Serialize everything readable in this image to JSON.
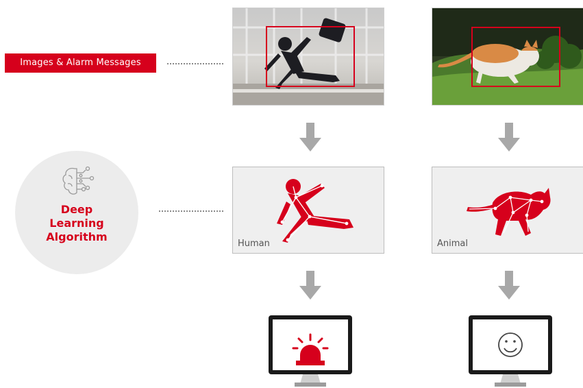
{
  "colors": {
    "accent": "#d6001c",
    "arrow": "#a8a8a8",
    "panel_bg": "#efefef",
    "circle_bg": "#ececec"
  },
  "tag": {
    "label": "Images & Alarm Messages"
  },
  "deep_learning": {
    "icon": "brain-network-icon",
    "lines": [
      "Deep",
      "Learning",
      "Algorithm"
    ]
  },
  "columns": [
    {
      "photo_subject": "falling-person-photo",
      "silhouette_icon": "human-skeleton-icon",
      "silhouette_label": "Human",
      "monitor_icon": "alarm-siren-icon"
    },
    {
      "photo_subject": "cat-photo",
      "silhouette_icon": "animal-skeleton-icon",
      "silhouette_label": "Animal",
      "monitor_icon": "smiley-face-icon"
    }
  ]
}
